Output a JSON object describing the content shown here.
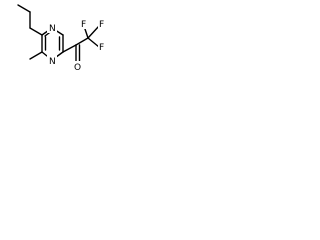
{
  "molecule": {
    "atoms": [
      {
        "id": "N1",
        "label": "N",
        "hetero": true
      },
      {
        "id": "N2",
        "label": "N",
        "hetero": true
      },
      {
        "id": "O",
        "label": "O",
        "hetero": true
      },
      {
        "id": "F1",
        "label": "F",
        "hetero": true
      },
      {
        "id": "F2",
        "label": "F",
        "hetero": true
      },
      {
        "id": "F3",
        "label": "F",
        "hetero": true
      }
    ]
  }
}
